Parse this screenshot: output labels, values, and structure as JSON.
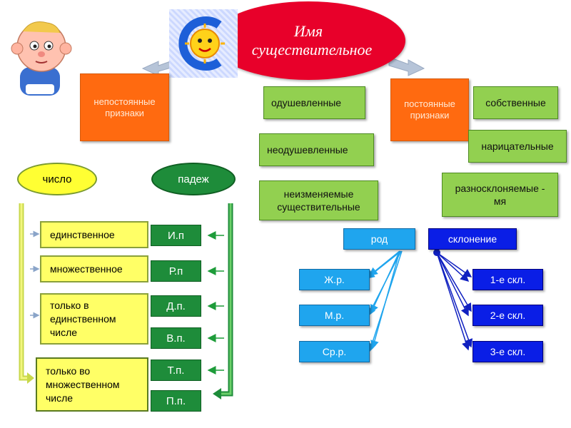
{
  "title": {
    "line1": "Имя",
    "line2": "существительное"
  },
  "non_permanent": {
    "label": "непостоянные признаки"
  },
  "permanent": {
    "label": "постоянные признаки"
  },
  "left_column": {
    "number_label": "число",
    "case_label": "падеж",
    "number_items": [
      "единственное",
      "множественное",
      "только в единственном числе",
      "только во множественном числе"
    ],
    "cases": [
      "И.п",
      "Р.п",
      "Д.п.",
      "В.п.",
      "Т.п.",
      "П.п."
    ]
  },
  "middle_column": {
    "items": [
      "одушевленные",
      "неодушевленные",
      "неизменяемые существительные"
    ]
  },
  "right_column": {
    "items": [
      "собственные",
      "нарицательные",
      "разносклоняемые - мя"
    ]
  },
  "gender": {
    "label": "род",
    "items": [
      "Ж.р.",
      "М.р.",
      "Ср.р."
    ]
  },
  "declension": {
    "label": "склонение",
    "items": [
      "1-е скл.",
      "2-е скл.",
      "3-е скл."
    ]
  },
  "colors": {
    "title_oval": "#e8002a",
    "orange": "#ff6a10",
    "green": "#92d050",
    "yellow": "#ffff66",
    "dark_green": "#1e8c3a",
    "light_blue": "#1fa5ee",
    "dark_blue": "#0a1ee6"
  },
  "icons": {
    "mascot": "cartoon-boy-icon",
    "logo": "sun-letter-c-logo-icon"
  }
}
